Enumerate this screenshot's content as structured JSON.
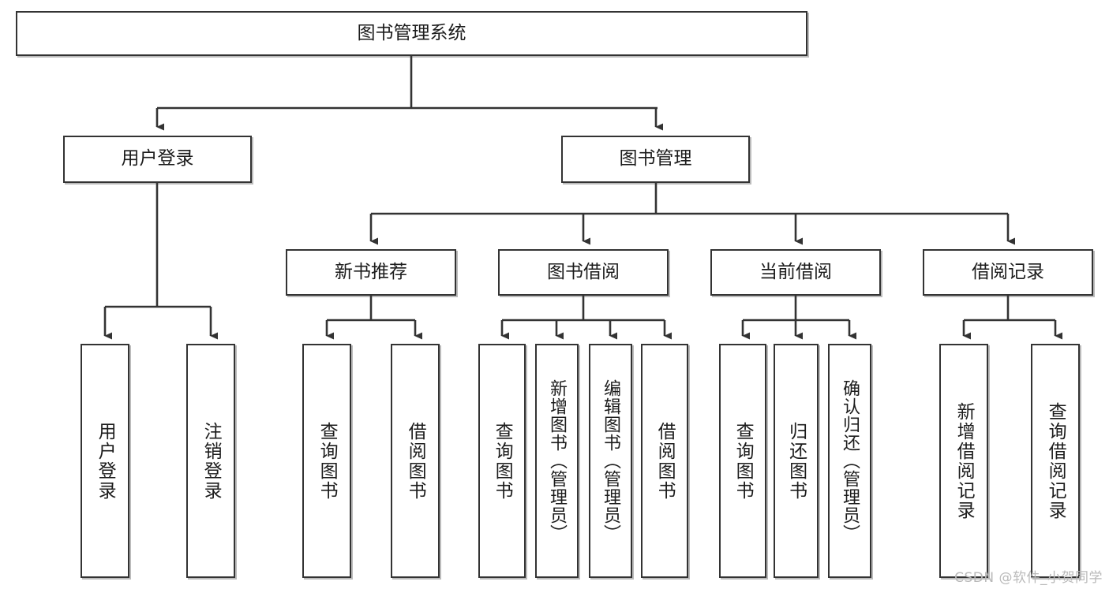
{
  "diagram": {
    "type": "tree",
    "title": "图书管理系统",
    "watermark": "CSDN @软件_小贺同学",
    "colors": {
      "background": "#ffffff",
      "node_border": "#333333",
      "node_fill": "#ffffff",
      "edge": "#333333",
      "text": "#1c1c1c",
      "watermark": "#b9b9b9"
    },
    "nodes": {
      "root": {
        "label": "图书管理系统",
        "orientation": "horizontal"
      },
      "user_login": {
        "label": "用户登录",
        "orientation": "horizontal"
      },
      "book_manage": {
        "label": "图书管理",
        "orientation": "horizontal"
      },
      "new_book_rec": {
        "label": "新书推荐",
        "orientation": "horizontal"
      },
      "book_borrow": {
        "label": "图书借阅",
        "orientation": "horizontal"
      },
      "current_borrow": {
        "label": "当前借阅",
        "orientation": "horizontal"
      },
      "borrow_record": {
        "label": "借阅记录",
        "orientation": "horizontal"
      },
      "leaf_user_login": {
        "label": "用户登录",
        "orientation": "vertical"
      },
      "leaf_logout": {
        "label": "注销登录",
        "orientation": "vertical"
      },
      "leaf_query_book_rec": {
        "label": "查询图书",
        "orientation": "vertical"
      },
      "leaf_borrow_book_rec": {
        "label": "借阅图书",
        "orientation": "vertical"
      },
      "leaf_query_book_borrow": {
        "label": "查询图书",
        "orientation": "vertical"
      },
      "leaf_add_book": {
        "label": "新增图书（管理员）",
        "orientation": "vertical"
      },
      "leaf_edit_book": {
        "label": "编辑图书（管理员）",
        "orientation": "vertical"
      },
      "leaf_borrow_book": {
        "label": "借阅图书",
        "orientation": "vertical"
      },
      "leaf_query_book_cur": {
        "label": "查询图书",
        "orientation": "vertical"
      },
      "leaf_return_book": {
        "label": "归还图书",
        "orientation": "vertical"
      },
      "leaf_confirm_return": {
        "label": "确认归还（管理员）",
        "orientation": "vertical"
      },
      "leaf_add_record": {
        "label": "新增借阅记录",
        "orientation": "vertical"
      },
      "leaf_query_record": {
        "label": "查询借阅记录",
        "orientation": "vertical"
      }
    },
    "edges": [
      {
        "from": "root",
        "to": "user_login"
      },
      {
        "from": "root",
        "to": "book_manage"
      },
      {
        "from": "user_login",
        "to": "leaf_user_login"
      },
      {
        "from": "user_login",
        "to": "leaf_logout"
      },
      {
        "from": "book_manage",
        "to": "new_book_rec"
      },
      {
        "from": "book_manage",
        "to": "book_borrow"
      },
      {
        "from": "book_manage",
        "to": "current_borrow"
      },
      {
        "from": "book_manage",
        "to": "borrow_record"
      },
      {
        "from": "new_book_rec",
        "to": "leaf_query_book_rec"
      },
      {
        "from": "new_book_rec",
        "to": "leaf_borrow_book_rec"
      },
      {
        "from": "book_borrow",
        "to": "leaf_query_book_borrow"
      },
      {
        "from": "book_borrow",
        "to": "leaf_add_book"
      },
      {
        "from": "book_borrow",
        "to": "leaf_edit_book"
      },
      {
        "from": "book_borrow",
        "to": "leaf_borrow_book"
      },
      {
        "from": "current_borrow",
        "to": "leaf_query_book_cur"
      },
      {
        "from": "current_borrow",
        "to": "leaf_return_book"
      },
      {
        "from": "current_borrow",
        "to": "leaf_confirm_return"
      },
      {
        "from": "borrow_record",
        "to": "leaf_add_record"
      },
      {
        "from": "borrow_record",
        "to": "leaf_query_record"
      }
    ]
  }
}
